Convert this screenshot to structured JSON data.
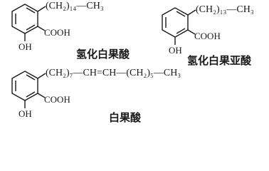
{
  "colors": {
    "ink": "#1a1a1a",
    "background": "#ffffff"
  },
  "molecules": [
    {
      "name_cn": "氢化白果酸",
      "chain": "(CH₂)₁₄—CH₃",
      "carboxyl": "COOH",
      "hydroxyl": "OH"
    },
    {
      "name_cn": "氢化白果亚酸",
      "chain": "(CH₂)₁₃—CH₃",
      "carboxyl": "COOH",
      "hydroxyl": "OH"
    },
    {
      "name_cn": "白果酸",
      "chain": "(CH₂)₇—CH=CH—(CH₂)₅—CH₃",
      "carboxyl": "COOH",
      "hydroxyl": "OH"
    }
  ]
}
